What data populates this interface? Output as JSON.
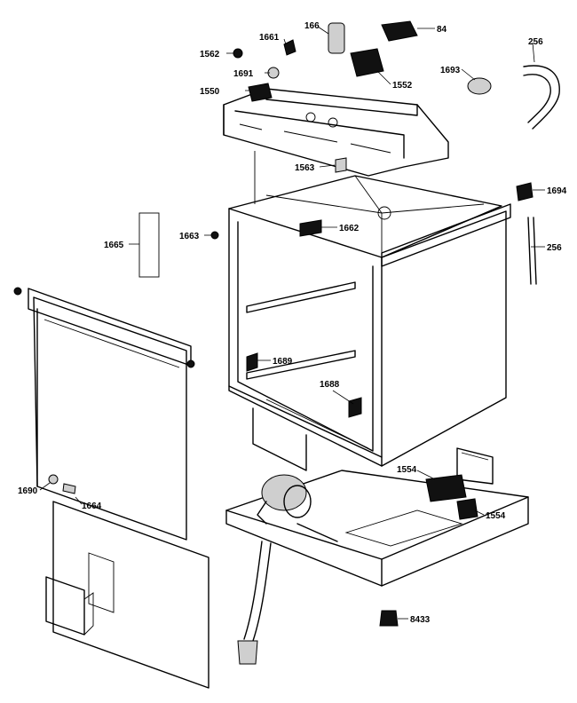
{
  "labels": {
    "l166": "166",
    "l84": "84",
    "l1661": "1661",
    "l1562": "1562",
    "l1552": "1552",
    "l256a": "256",
    "l1693": "1693",
    "l1691": "1691",
    "l1550": "1550",
    "l1563": "1563",
    "l1694": "1694",
    "l1662": "1662",
    "l1663": "1663",
    "l256b": "256",
    "l1665": "1665",
    "l1689": "1689",
    "l1688": "1688",
    "l1554a": "1554",
    "l1690": "1690",
    "l1664": "1664",
    "l1554b": "1554",
    "l8433": "8433"
  }
}
